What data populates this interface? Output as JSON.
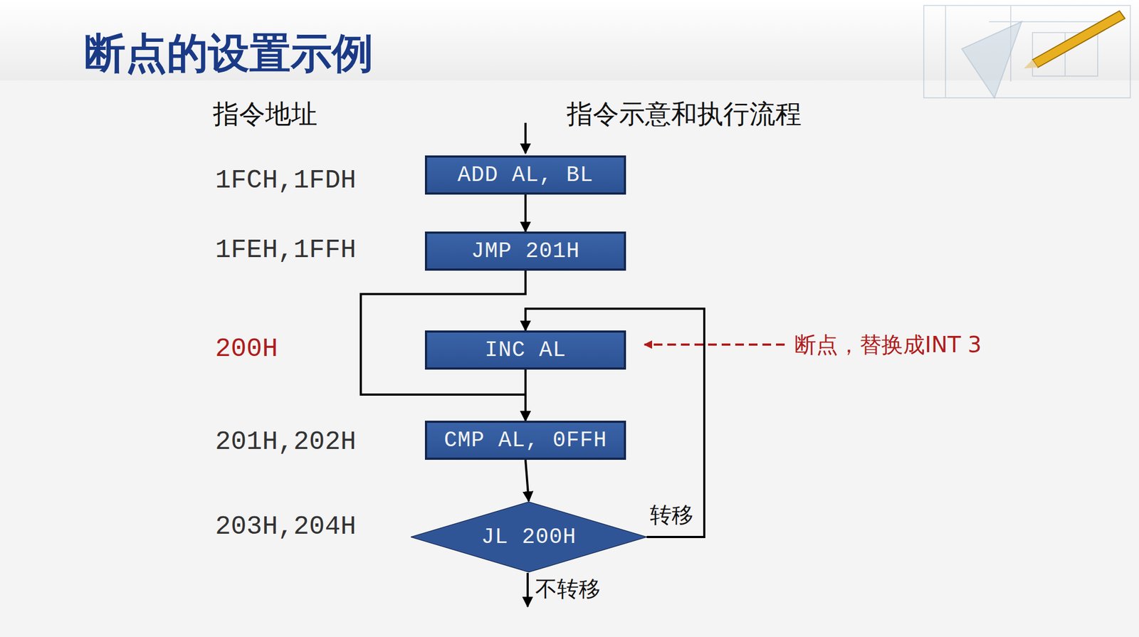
{
  "diagram": {
    "title": "断点的设置示例",
    "nodes": [
      {
        "text": [
          "ADD AL, BL"
        ]
      },
      {
        "text": [
          "JMP 201H"
        ]
      },
      {
        "text": [
          "INC AL"
        ]
      },
      {
        "text": [
          "CMP AL, 0FFH"
        ]
      },
      {
        "text": [
          "JL 200H"
        ]
      }
    ],
    "edges": [
      {
        "from": 0,
        "to": 1,
        "arrow": "to"
      },
      {
        "from": 1,
        "to": 3,
        "arrow": "to"
      },
      {
        "from": 2,
        "to": 3,
        "arrow": "to"
      },
      {
        "from": 3,
        "to": 4,
        "arrow": "to"
      },
      {
        "from": 4,
        "to": 2,
        "label": "转移",
        "arrow": "to"
      }
    ],
    "labels": [
      "指令地址",
      "指令示意和执行流程",
      "1FCH,1FDH",
      "1FEH,1FFH",
      "200H",
      "201H,202H",
      "203H,204H",
      "断点，替换成INT 3",
      "不转移"
    ]
  }
}
